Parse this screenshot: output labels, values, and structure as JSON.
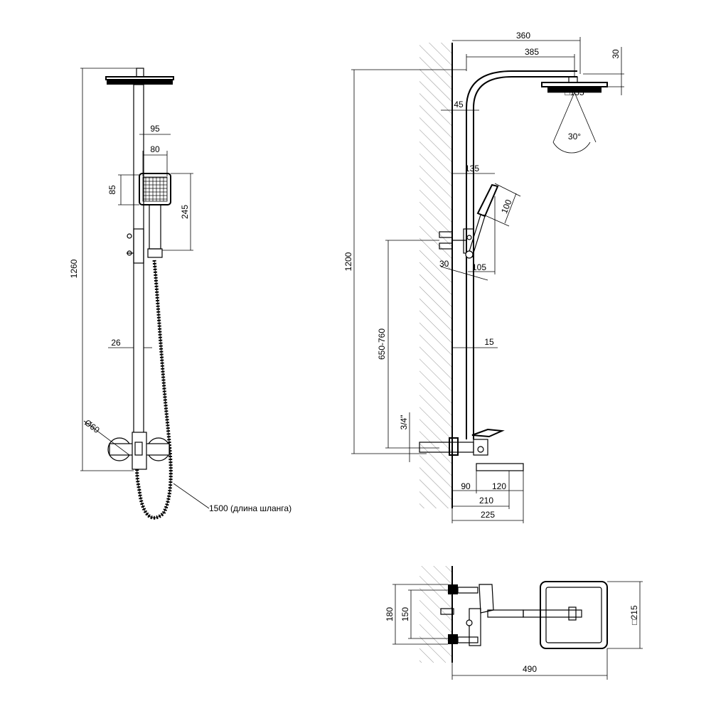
{
  "front_view": {
    "total_height": "1260",
    "head_width": "95",
    "head_inner_width": "80",
    "head_height": "85",
    "holder_height": "245",
    "bar_gap": "26",
    "diameter": "Ø60",
    "hose_length": "1500 (длина шланга)"
  },
  "side_view": {
    "arm_reach": "360",
    "arm_length": "385",
    "head_thickness": "30",
    "head_size": "□155",
    "spray_angle": "30°",
    "bar_offset": "45",
    "handheld_reach": "135",
    "handheld_size": "100",
    "handheld_angle": "30",
    "handheld_offset": "105",
    "bar_height": "1200",
    "mixer_span": "650-760",
    "thread": "3/4\"",
    "wall_gap": "15",
    "mixer_depth": "90",
    "spout_length": "120",
    "spout_reach": "210",
    "total_reach": "225"
  },
  "top_view": {
    "outer_span": "180",
    "inner_span": "150",
    "head_size": "□215",
    "total_depth": "490"
  }
}
